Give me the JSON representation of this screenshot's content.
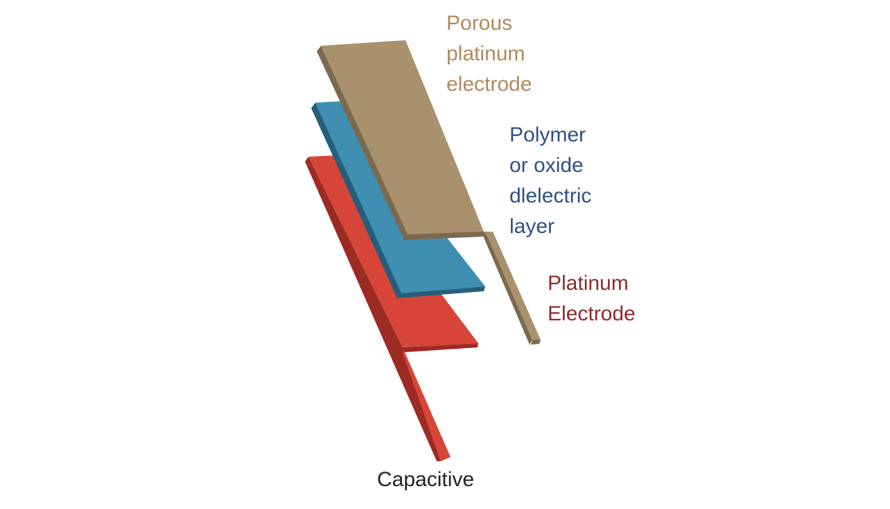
{
  "diagram": {
    "labels": {
      "porous_platinum_electrode": [
        "Porous",
        "platinum",
        "electrode"
      ],
      "dielectric_layer": [
        "Polymer",
        "or oxide",
        "dlelectric",
        "layer"
      ],
      "platinum_electrode": [
        "Platinum",
        "Electrode"
      ]
    },
    "caption": "Capacitive"
  },
  "colors": {
    "porous_top": "#a8916c",
    "porous_side": "#7c6a4e",
    "dielectric_top": "#3e8fb1",
    "dielectric_side": "#235f7c",
    "platinum_top": "#d64538",
    "platinum_side": "#9e2a24",
    "porous_text": "#b08a5c",
    "dielectric_text": "#2e4f86",
    "platinum_text": "#8e2a2c",
    "caption_text": "#222222"
  }
}
